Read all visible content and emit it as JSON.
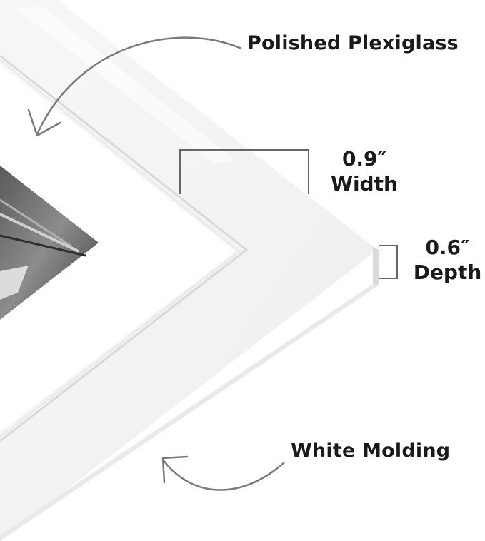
{
  "labels": {
    "plexiglass": "Polished Plexiglass",
    "molding": "White Molding"
  },
  "dimensions": {
    "width_value": "0.9″",
    "width_label": "Width",
    "depth_value": "0.6″",
    "depth_label": "Depth"
  },
  "colors": {
    "background": "#ffffff",
    "frame_face": "#f3f3f3",
    "frame_edge": "#e4e4e4",
    "mat": "#ffffff",
    "text": "#1a1a1a",
    "arrow": "#7a7a7a"
  },
  "icons": {
    "top_arrow": "curved-arrow-icon",
    "bottom_arrow": "curved-arrow-icon"
  }
}
